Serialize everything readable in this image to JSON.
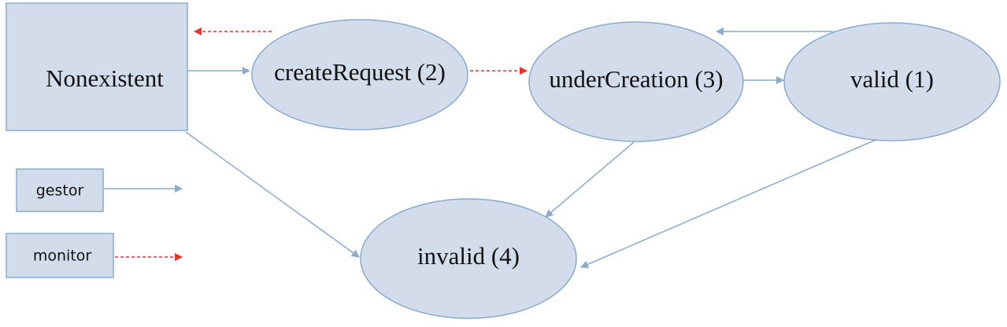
{
  "nodes": {
    "nonexistent": "Nonexistent",
    "createRequest": "createRequest (2)",
    "underCreation": "underCreation (3)",
    "valid": "valid (1)",
    "invalid": "invalid (4)"
  },
  "legend": {
    "gestor": "gestor",
    "monitor": "monitor"
  },
  "colors": {
    "node_fill": "#d3dcea",
    "node_stroke": "#8aabcc",
    "gestor_edge": "#8aabcc",
    "monitor_edge": "#e8332a"
  },
  "edges": [
    {
      "from": "Nonexistent",
      "to": "createRequest (2)",
      "type": "gestor"
    },
    {
      "from": "createRequest (2)",
      "to": "Nonexistent",
      "type": "monitor"
    },
    {
      "from": "createRequest (2)",
      "to": "underCreation (3)",
      "type": "monitor"
    },
    {
      "from": "underCreation (3)",
      "to": "valid (1)",
      "type": "gestor"
    },
    {
      "from": "valid (1)",
      "to": "underCreation (3)",
      "type": "gestor"
    },
    {
      "from": "Nonexistent",
      "to": "invalid (4)",
      "type": "gestor"
    },
    {
      "from": "underCreation (3)",
      "to": "invalid (4)",
      "type": "gestor"
    },
    {
      "from": "valid (1)",
      "to": "invalid (4)",
      "type": "gestor"
    }
  ]
}
